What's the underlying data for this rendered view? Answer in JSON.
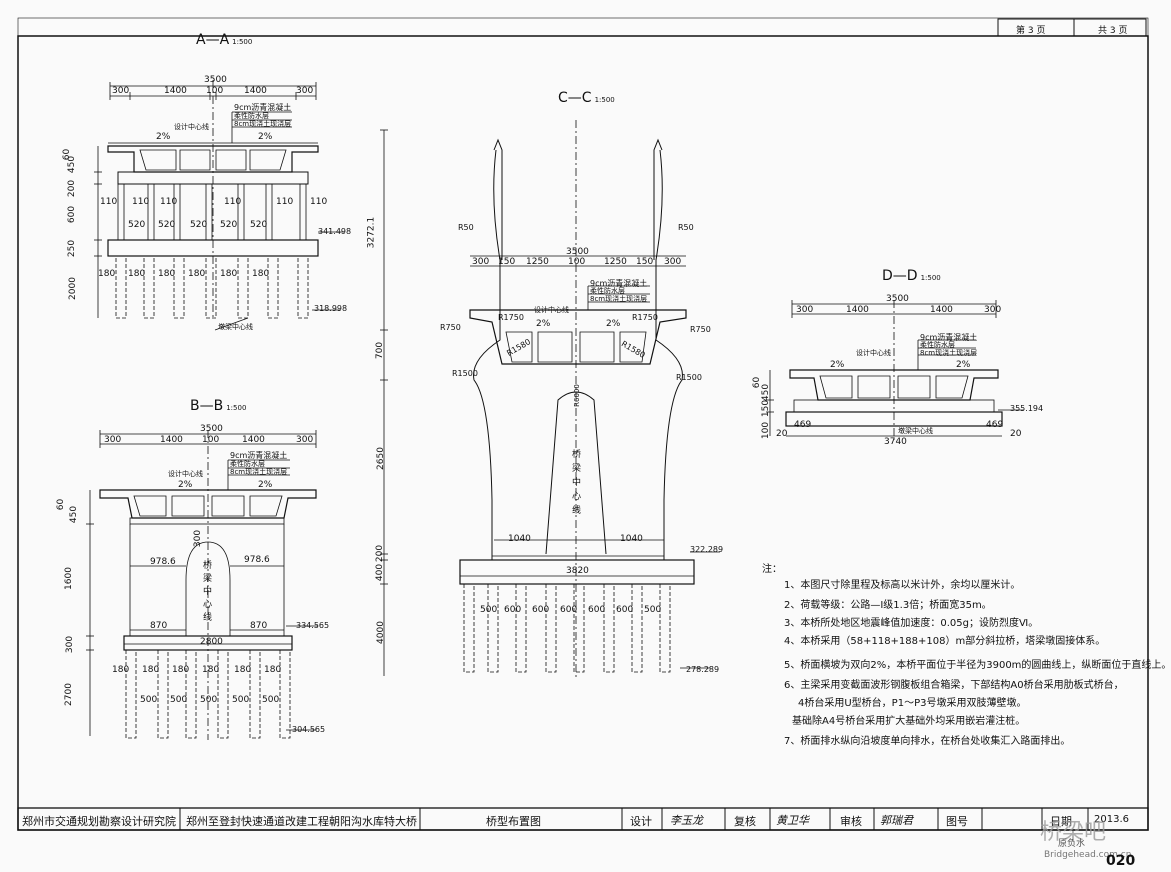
{
  "page": {
    "current": "第 3 页",
    "total": "共 3 页",
    "sheet_code": "020"
  },
  "views": {
    "aa": {
      "title": "A—A",
      "scale": "1:500",
      "dims_top": [
        "300",
        "1400",
        "100",
        "1400",
        "300"
      ],
      "width": "3500",
      "layers": [
        "9cm沥青混凝土",
        "柔性防水层",
        "8cm现浇土现浇层"
      ],
      "centerline": "设计中心线",
      "slope_l": "2%",
      "slope_r": "2%",
      "dims_left": [
        "60",
        "450",
        "200",
        "600",
        "250",
        "2000"
      ],
      "col_gaps": [
        "110",
        "110",
        "110",
        "110",
        "110",
        "110"
      ],
      "spans": [
        "520",
        "520",
        "520",
        "520",
        "520"
      ],
      "pile_dims": [
        "180",
        "180",
        "180",
        "180",
        "180",
        "180"
      ],
      "elev_top": "341.498",
      "elev_bottom": "318.998",
      "pier_axis": "墩梁中心线"
    },
    "bb": {
      "title": "B—B",
      "scale": "1:500",
      "dims_top": [
        "300",
        "1400",
        "100",
        "1400",
        "300"
      ],
      "width": "3500",
      "layers": [
        "9cm沥青混凝土",
        "柔性防水层",
        "8cm现浇土现浇层"
      ],
      "centerline": "设计中心线",
      "slope_l": "2%",
      "slope_r": "2%",
      "dims_left": [
        "60",
        "450",
        "1600",
        "300",
        "2700"
      ],
      "dim_300": "300",
      "half_l": "978.6",
      "half_r": "978.6",
      "base_l": "870",
      "base_r": "870",
      "base_w": "2800",
      "axis_text": "桥梁中心线",
      "elev_top": "334.565",
      "elev_bottom": "304.565",
      "pile_dims": [
        "180",
        "180",
        "180",
        "180",
        "180",
        "180"
      ],
      "pile_spans": [
        "500",
        "500",
        "500",
        "500",
        "500"
      ]
    },
    "cc": {
      "title": "C—C",
      "scale": "1:500",
      "height_top": "3272.1",
      "width": "3500",
      "dims_top": [
        "300",
        "150",
        "1250",
        "100",
        "1250",
        "150",
        "300"
      ],
      "r50_l": "R50",
      "r50_r": "R50",
      "layers": [
        "9cm沥青混凝土",
        "柔性防水层",
        "8cm现浇土现浇层"
      ],
      "centerline": "设计中心线",
      "slope_l": "2%",
      "slope_r": "2%",
      "r1750_l": "R1750",
      "r1750_r": "R1750",
      "r750_l": "R750",
      "r750_r": "R750",
      "r1580_l": "R1580",
      "r1580_r": "R1580",
      "r1500_l": "R1500",
      "r1500_r": "R1500",
      "r_inner": "R6000",
      "dims_left": [
        "700",
        "2650",
        "200",
        "400",
        "4000"
      ],
      "axis_text": "桥梁中心线",
      "half_l": "1040",
      "half_r": "1040",
      "base_w": "3820",
      "elev_top": "322.289",
      "elev_bottom": "278.289",
      "pile_spans": [
        "500",
        "600",
        "600",
        "600",
        "600",
        "600",
        "500"
      ]
    },
    "dd": {
      "title": "D—D",
      "scale": "1:500",
      "width": "3500",
      "dims_top": [
        "300",
        "1400",
        "1400",
        "300"
      ],
      "layers": [
        "9cm沥青混凝土",
        "柔性防水层",
        "8cm现浇土现浇层"
      ],
      "centerline": "设计中心线",
      "slope_l": "2%",
      "slope_r": "2%",
      "dims_left": [
        "60",
        "450",
        "150",
        "100"
      ],
      "edge_l": "469",
      "edge_r": "469",
      "off_l": "20",
      "off_r": "20",
      "base_w": "3740",
      "pier_axis": "墩梁中心线",
      "elev": "355.194"
    }
  },
  "notes": {
    "heading": "注：",
    "items": [
      "1、本图尺寸除里程及标高以米计外，余均以厘米计。",
      "2、荷载等级：公路—Ⅰ级1.3倍；桥面宽35m。",
      "3、本桥所处地区地震峰值加速度：0.05g；设防烈度Ⅵ。",
      "4、本桥采用（58+118+188+108）m部分斜拉桥，塔梁墩固接体系。",
      "5、桥面横坡为双向2%，本桥平面位于半径为3900m的圆曲线上，纵断面位于直线上。",
      "6、主梁采用变截面波形钢腹板组合箱梁，下部结构A0桥台采用肋板式桥台，",
      "4桥台采用U型桥台，P1～P3号墩采用双肢薄壁墩。",
      "基础除A4号桥台采用扩大基础外均采用嵌岩灌注桩。",
      "7、桥面排水纵向沿坡度单向排水，在桥台处收集汇入路面排出。"
    ]
  },
  "title_block": {
    "institute": "郑州市交通规划勘察设计研究院",
    "project": "郑州至登封快速通道改建工程朝阳沟水库特大桥",
    "drawing": "桥型布置图",
    "design_label": "设计",
    "design_sig": "李玉龙",
    "check_label": "复核",
    "check_sig": "黄卫华",
    "review_label": "审核",
    "review_sig": "郭瑞君",
    "number_label": "图号",
    "date_label": "日期",
    "date": "2013.6"
  },
  "watermark": {
    "text": "桥梁吧",
    "url": "Bridgehead.com.cn",
    "extra": "原负水"
  },
  "colors": {
    "ink": "#111111",
    "paper": "#fafafa"
  }
}
